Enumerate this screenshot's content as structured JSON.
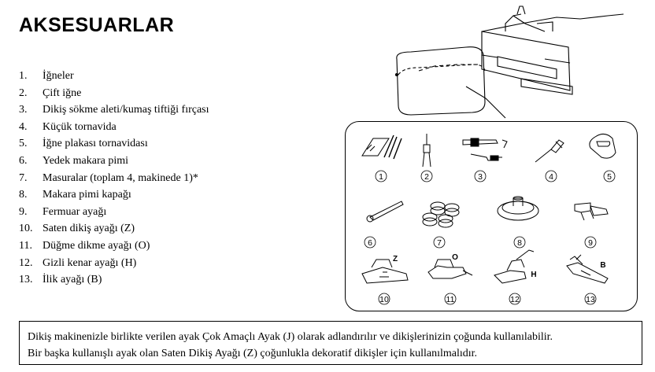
{
  "title": "AKSESUARLAR",
  "accessories": [
    {
      "num": "1.",
      "label": "İğneler"
    },
    {
      "num": "2.",
      "label": "Çift iğne"
    },
    {
      "num": "3.",
      "label": "Dikiş sökme aleti/kumaş tiftiği fırçası"
    },
    {
      "num": "4.",
      "label": "Küçük tornavida"
    },
    {
      "num": "5.",
      "label": "İğne plakası tornavidası"
    },
    {
      "num": "6.",
      "label": "Yedek makara pimi"
    },
    {
      "num": "7.",
      "label": "Masuralar (toplam 4, makinede 1)*"
    },
    {
      "num": "8.",
      "label": "Makara pimi kapağı"
    },
    {
      "num": "9.",
      "label": "Fermuar ayağı"
    },
    {
      "num": "10.",
      "label": "Saten dikiş ayağı (Z)"
    },
    {
      "num": "11.",
      "label": "Düğme dikme ayağı (O)"
    },
    {
      "num": "12.",
      "label": "Gizli kenar ayağı (H)"
    },
    {
      "num": "13.",
      "label": "İlik ayağı (B)"
    }
  ],
  "figure": {
    "item_numbers": [
      "1",
      "2",
      "3",
      "4",
      "5",
      "6",
      "7",
      "8",
      "9",
      "10",
      "11",
      "12",
      "13"
    ],
    "foot_letters": {
      "z": "Z",
      "o": "O",
      "h": "H",
      "b": "B"
    }
  },
  "note": {
    "line1": "Dikiş makinenizle birlikte verilen ayak Çok Amaçlı Ayak (J) olarak adlandırılır ve dikişlerinizin çoğunda kullanılabilir.",
    "line2": "Bir başka kullanışlı ayak olan Saten Dikiş Ayağı (Z) çoğunlukla dekoratif dikişler için kullanılmalıdır."
  }
}
